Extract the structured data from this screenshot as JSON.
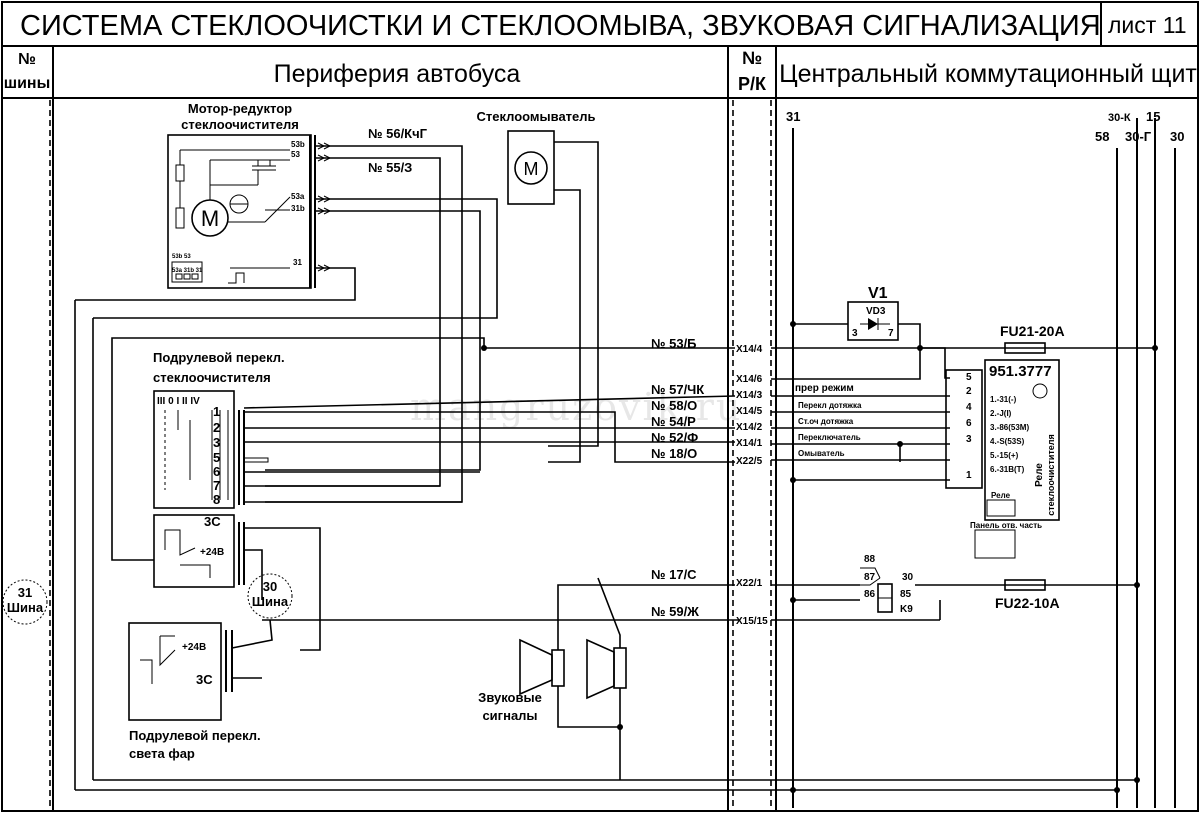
{
  "header": {
    "title": "СИСТЕМА СТЕКЛООЧИСТКИ И СТЕКЛООМЫВА, ЗВУКОВАЯ СИГНАЛИЗАЦИЯ",
    "sheet": "лист 11",
    "col_bus_line1": "№",
    "col_bus_line2": "шины",
    "col_periphery": "Периферия автобуса",
    "col_rk_line1": "№",
    "col_rk_line2": "Р/К",
    "col_central": "Центральный коммутационный щит"
  },
  "buses": {
    "b31": "31",
    "b58": "58",
    "b30k": "30-К",
    "b15": "15",
    "b30g": "30-Г",
    "b30": "30"
  },
  "components": {
    "wiper_motor_line1": "Мотор-редуктор",
    "wiper_motor_line2": "стеклоочистителя",
    "washer": "Стеклоомыватель",
    "wiper_switch_line1": "Подрулевой перекл.",
    "wiper_switch_line2": "стеклоочистителя",
    "light_switch_line1": "Подрулевой перекл.",
    "light_switch_line2": "света фар",
    "horns_line1": "Звуковые",
    "horns_line2": "сигналы",
    "bus31_circle_top": "31",
    "bus31_circle_bottom": "Шина",
    "bus30_circle_top": "30",
    "bus30_circle_bottom": "Шина",
    "diode": "V1",
    "diode_vd": "VD3",
    "diode_pin_a": "3",
    "diode_pin_k": "7",
    "fuse1": "FU21-20A",
    "fuse2": "FU22-10A",
    "relay_k9": "K9",
    "wiper_relay_code": "951.3777",
    "wiper_relay_name_1": "Реле",
    "wiper_relay_name_2": "стеклоочистителя",
    "relay_small_label": "Реле",
    "panel_label": "Панель отв. часть"
  },
  "motor_pins": {
    "p53b": "53b",
    "p53": "53",
    "p53a": "53a",
    "p31b": "31b",
    "p31": "31",
    "conn_row1": "53b 53",
    "conn_row2": "53a 31b 31"
  },
  "motor_wires": {
    "w56": "№ 56/КчГ",
    "w55": "№ 55/З"
  },
  "switch": {
    "positions": "III 0 I II IV",
    "pins": [
      "1",
      "2",
      "3",
      "5",
      "6",
      "7",
      "8"
    ],
    "light_3c": "3С",
    "light_24v": "+24В",
    "light2_24v": "+24В",
    "light2_3c": "3С"
  },
  "wires": [
    {
      "label": "№ 53/Б",
      "connector": "X14/4"
    },
    {
      "label": "№ 57/ЧК",
      "connector": "X14/6"
    },
    {
      "label": "№ 58/О",
      "connector": "X14/3"
    },
    {
      "label": "№ 54/Р",
      "connector": "X14/5"
    },
    {
      "label": "№ 52/Ф",
      "connector": "X14/2"
    },
    {
      "label": "№ 18/О",
      "connector": "X14/1"
    },
    {
      "label": "",
      "connector": "X22/5"
    },
    {
      "label": "№ 17/С",
      "connector": "X22/1"
    },
    {
      "label": "№ 59/Ж",
      "connector": "X15/15"
    }
  ],
  "relay_inputs": {
    "pins": [
      "5",
      "2",
      "4",
      "6",
      "3",
      "1"
    ],
    "labels": [
      "прер режим",
      "Перекл дотяжка",
      "Ст.оч дотяжка",
      "Переключатель",
      "Омыватель"
    ],
    "legend": [
      "1.-31(-)",
      "2.-J(I)",
      "3.-86(53M)",
      "4.-S(53S)",
      "5.-15(+)",
      "6.-31B(T)"
    ]
  },
  "k9_pins": {
    "p88": "88",
    "p87": "87",
    "p86": "86",
    "p85": "85",
    "p30": "30"
  },
  "watermark": "mangruzovik.ru"
}
